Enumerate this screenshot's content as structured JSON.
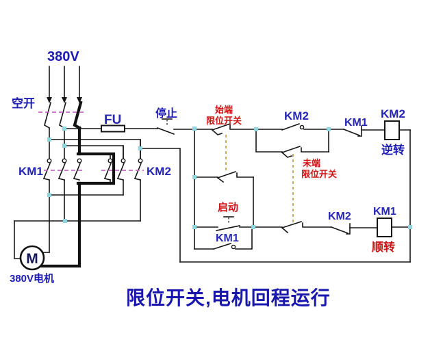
{
  "title": "限位开关,电机回程运行",
  "colors": {
    "background": "#ffffff",
    "wire": "#151515",
    "blue_label": "#1c1cb4",
    "red_label": "#cc1414",
    "junction_dot": "#8fd6de",
    "mechanical_link_dash": "#c9a355",
    "gang_link_dash": "#c565c5"
  },
  "labels": {
    "supply_voltage": "380V",
    "air_breaker": "空开",
    "fuse": "FU",
    "stop_button": "停止",
    "start_button": "启动",
    "start_limit_switch": [
      "始端",
      "限位开关"
    ],
    "end_limit_switch": [
      "未端",
      "限位开关"
    ],
    "contactor_km1": "KM1",
    "contactor_km2": "KM2",
    "reverse_run": "逆转",
    "forward_run": "顺转",
    "motor_symbol": "M",
    "motor_name": "380V电机"
  }
}
